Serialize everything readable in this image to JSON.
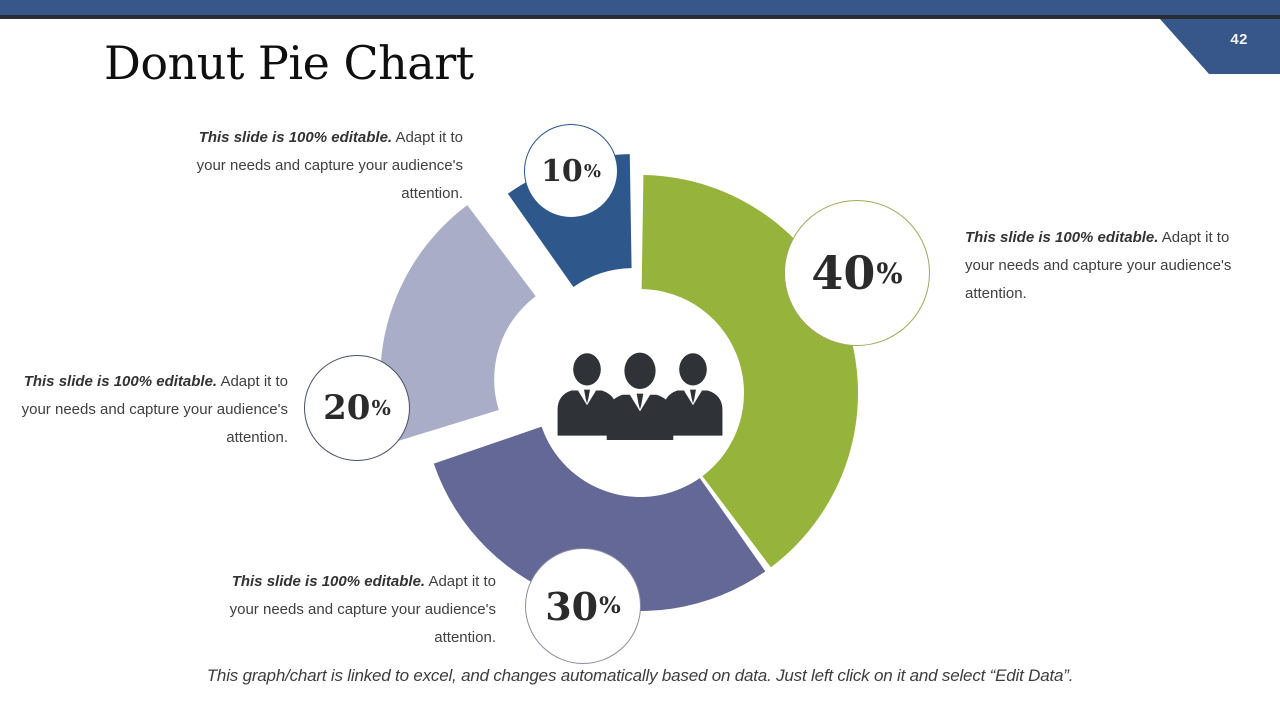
{
  "page": {
    "number": "42"
  },
  "title": "Donut Pie Chart",
  "annotations": [
    {
      "bold": "This slide is 100% editable.",
      "rest": " Adapt it to your needs and capture your audience's attention."
    },
    {
      "bold": "This slide is 100% editable.",
      "rest": " Adapt it to your needs and capture your audience's attention."
    },
    {
      "bold": "This slide is 100% editable.",
      "rest": " Adapt it to your needs and capture your audience's attention."
    },
    {
      "bold": "This slide is 100% editable.",
      "rest": " Adapt it to your needs and capture your audience's attention."
    }
  ],
  "footer": "This graph/chart is linked to excel, and changes automatically based on data. Just left click on it and select “Edit Data”.",
  "chart_data": {
    "type": "pie",
    "subtype": "donut",
    "title": "Donut Pie Chart",
    "unit": "%",
    "start_angle_deg": 0,
    "direction": "clockwise",
    "center_icon": "three-businessmen-audience",
    "segments": [
      {
        "label": "40",
        "value": 40,
        "color": "#96B43C",
        "ring_color": "#9DA95B"
      },
      {
        "label": "30",
        "value": 30,
        "color": "#646896",
        "ring_color": "#8A8DA3"
      },
      {
        "label": "20",
        "value": 20,
        "color": "#A9ADC8",
        "ring_color": "#4A4F63"
      },
      {
        "label": "10",
        "value": 10,
        "color": "#2E578B",
        "ring_color": "#2E578B"
      }
    ],
    "icon_color": "#2F3237"
  }
}
